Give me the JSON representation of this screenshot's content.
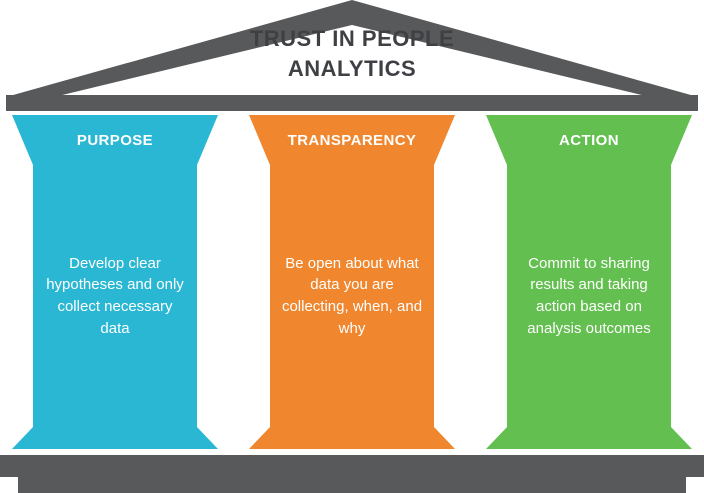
{
  "title": {
    "line1": "TRUST IN PEOPLE",
    "line2": "ANALYTICS"
  },
  "pillars": [
    {
      "header": "PURPOSE",
      "body": "Develop clear hypotheses and only collect necessary data",
      "color": "#29b7d3"
    },
    {
      "header": "TRANSPARENCY",
      "body": "Be open about what data you are collecting, when, and why",
      "color": "#f0862d"
    },
    {
      "header": "ACTION",
      "body": "Commit to sharing results and taking action based on analysis outcomes",
      "color": "#63bf4f"
    }
  ],
  "colors": {
    "structure": "#58595b",
    "title_text": "#3e4044",
    "pillar_text": "#ffffff",
    "background": "#ffffff"
  }
}
